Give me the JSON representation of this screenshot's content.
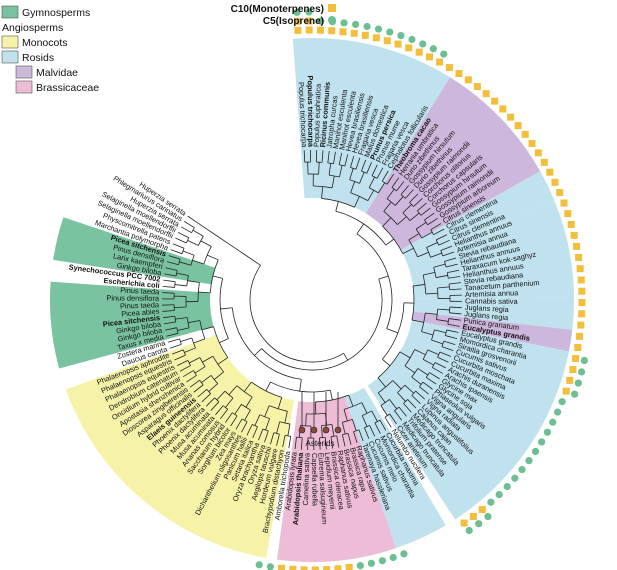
{
  "colors": {
    "gymnosperms": "#7ac3a0",
    "monocots": "#f6f3a8",
    "rosids": "#bfe2ee",
    "malvidae": "#cdb7dc",
    "brassicaceae": "#edbcd7",
    "monoterpene": "#f2be3c",
    "isoprene": "#6bbf92"
  },
  "legend": [
    {
      "label": "Gymnosperms",
      "color": "#7ac3a0",
      "indent": false
    },
    {
      "label": "Angiosperms",
      "color": null,
      "indent": false
    },
    {
      "label": "Monocots",
      "color": "#f6f3a8",
      "indent": false
    },
    {
      "label": "Rosids",
      "color": "#bfe2ee",
      "indent": false
    },
    {
      "label": "Malvidae",
      "color": "#cdb7dc",
      "indent": true
    },
    {
      "label": "Brassicaceae",
      "color": "#edbcd7",
      "indent": true
    }
  ],
  "marker_legend": {
    "monoterpenes": "C10(Monoterpenes)",
    "isoprene": "C5(Isoprene)"
  },
  "asterids_label": "Asterids",
  "taxa": [
    {
      "name": "Populus trichocarpa",
      "group": "rosids",
      "bold": false,
      "marks": [
        "sq",
        "sq",
        "ci"
      ]
    },
    {
      "name": "Populus trichocarpa",
      "group": "rosids",
      "bold": true,
      "marks": [
        "sq",
        "sq",
        "ci"
      ]
    },
    {
      "name": "Populus euphratica",
      "group": "rosids",
      "bold": false,
      "marks": [
        "sq",
        "ci"
      ]
    },
    {
      "name": "Ricinus communis",
      "group": "rosids",
      "bold": true,
      "marks": [
        "sq",
        "ci"
      ]
    },
    {
      "name": "Jatropha curcas",
      "group": "rosids",
      "bold": false,
      "marks": [
        "sq",
        "ci"
      ]
    },
    {
      "name": "Manihot esculenta",
      "group": "rosids",
      "bold": false,
      "marks": [
        "sq",
        "ci"
      ]
    },
    {
      "name": "Manihot esculenta",
      "group": "rosids",
      "bold": false,
      "marks": [
        "sq",
        "ci"
      ]
    },
    {
      "name": "Hevea brasiliensis",
      "group": "rosids",
      "bold": false,
      "marks": [
        "sq",
        "ci"
      ]
    },
    {
      "name": "Hevea brasiliensis",
      "group": "rosids",
      "bold": false,
      "marks": [
        "sq",
        "ci"
      ]
    },
    {
      "name": "Fragaria vesca",
      "group": "rosids",
      "bold": false,
      "marks": [
        "sq",
        "ci"
      ]
    },
    {
      "name": "Malus domestica",
      "group": "rosids",
      "bold": false,
      "marks": [
        "sq",
        "ci"
      ]
    },
    {
      "name": "Prunus persica",
      "group": "rosids",
      "bold": true,
      "marks": [
        "sq",
        "ci"
      ]
    },
    {
      "name": "Prunus mume",
      "group": "rosids",
      "bold": false,
      "marks": [
        "sq",
        "ci"
      ]
    },
    {
      "name": "Fragaria vesca",
      "group": "rosids",
      "bold": false,
      "marks": [
        "sq",
        "ci"
      ]
    },
    {
      "name": "Cephalotus follicularis",
      "group": "rosids",
      "bold": false,
      "marks": [
        "sq"
      ]
    },
    {
      "name": "Theobroma cacao",
      "group": "malvidae",
      "bold": true,
      "marks": [
        "sq"
      ]
    },
    {
      "name": "Herrania umbratica",
      "group": "malvidae",
      "bold": false,
      "marks": [
        "sq"
      ]
    },
    {
      "name": "Durio zibethinus",
      "group": "malvidae",
      "bold": false,
      "marks": [
        "sq"
      ]
    },
    {
      "name": "Gossypium hirsutum",
      "group": "malvidae",
      "bold": false,
      "marks": [
        "sq"
      ]
    },
    {
      "name": "Durio zibethinus",
      "group": "malvidae",
      "bold": false,
      "marks": [
        "sq"
      ]
    },
    {
      "name": "Gossypium raimondii",
      "group": "malvidae",
      "bold": false,
      "marks": [
        "sq"
      ]
    },
    {
      "name": "Corchorus olitorius",
      "group": "malvidae",
      "bold": false,
      "marks": [
        "sq"
      ]
    },
    {
      "name": "Corchorus capsularis",
      "group": "malvidae",
      "bold": false,
      "marks": [
        "sq"
      ]
    },
    {
      "name": "Gossypium hirsutum",
      "group": "malvidae",
      "bold": false,
      "marks": [
        "sq"
      ]
    },
    {
      "name": "Gossypium raimondii",
      "group": "malvidae",
      "bold": false,
      "marks": [
        "sq"
      ]
    },
    {
      "name": "Gossypium arboreum",
      "group": "malvidae",
      "bold": false,
      "marks": [
        "sq"
      ]
    },
    {
      "name": "Citrus sinensis",
      "group": "malvidae",
      "bold": false,
      "marks": [
        "sq"
      ]
    },
    {
      "name": "Citrus clementina",
      "group": "rosids",
      "bold": false,
      "marks": [
        "sq"
      ]
    },
    {
      "name": "Citrus sinensis",
      "group": "rosids",
      "bold": false,
      "marks": [
        "sq"
      ]
    },
    {
      "name": "Citrus clementina",
      "group": "rosids",
      "bold": false,
      "marks": [
        "sq"
      ]
    },
    {
      "name": "Helianthus annuus",
      "group": "asterids",
      "bold": false,
      "marks": [
        "sq"
      ]
    },
    {
      "name": "Artemisia annua",
      "group": "asterids",
      "bold": false,
      "marks": [
        "sq"
      ]
    },
    {
      "name": "Stevia rebaudiana",
      "group": "asterids",
      "bold": false,
      "marks": [
        "sq"
      ]
    },
    {
      "name": "Helianthus annuus",
      "group": "asterids",
      "bold": false,
      "marks": [
        "sq"
      ]
    },
    {
      "name": "Taraxacum kok-saghyz",
      "group": "asterids",
      "bold": false,
      "marks": [
        "sq"
      ]
    },
    {
      "name": "Helianthus annuus",
      "group": "asterids",
      "bold": false,
      "marks": [
        "sq"
      ]
    },
    {
      "name": "Stevia rebaudiana",
      "group": "asterids",
      "bold": false,
      "marks": [
        "sq"
      ]
    },
    {
      "name": "Tanacetum parthenium",
      "group": "asterids",
      "bold": false,
      "marks": [
        "sq"
      ]
    },
    {
      "name": "Artemisia annua",
      "group": "asterids",
      "bold": false,
      "marks": [
        "sq"
      ]
    },
    {
      "name": "Cannabis sativa",
      "group": "rosids",
      "bold": false,
      "marks": [
        "sq"
      ]
    },
    {
      "name": "Juglans regia",
      "group": "rosids",
      "bold": false,
      "marks": [
        "sq"
      ]
    },
    {
      "name": "Juglans regia",
      "group": "rosids",
      "bold": false,
      "marks": [
        "sq"
      ]
    },
    {
      "name": "Punica granatum",
      "group": "malvidae",
      "bold": false,
      "marks": [
        "sq"
      ]
    },
    {
      "name": "Eucalyptus grandis",
      "group": "malvidae",
      "bold": true,
      "marks": [
        "sq"
      ]
    },
    {
      "name": "Eucalyptus grandis",
      "group": "rosids",
      "bold": false,
      "marks": [
        "sq",
        "ci"
      ]
    },
    {
      "name": "Momordica charantia",
      "group": "rosids",
      "bold": false,
      "marks": [
        "sq",
        "ci"
      ]
    },
    {
      "name": "Siraitia grosvenorii",
      "group": "rosids",
      "bold": false,
      "marks": [
        "sq",
        "ci"
      ]
    },
    {
      "name": "Cucumis sativus",
      "group": "rosids",
      "bold": false,
      "marks": [
        "sq",
        "ci"
      ]
    },
    {
      "name": "Cucurbita moschata",
      "group": "rosids",
      "bold": false,
      "marks": [
        "ci"
      ]
    },
    {
      "name": "Cucurbita maxima",
      "group": "rosids",
      "bold": false,
      "marks": [
        "ci"
      ]
    },
    {
      "name": "Arachis duranensis",
      "group": "rosids",
      "bold": false,
      "marks": [
        "ci"
      ]
    },
    {
      "name": "Arachis ipaensis",
      "group": "rosids",
      "bold": false,
      "marks": [
        "ci"
      ]
    },
    {
      "name": "Glycine max",
      "group": "rosids",
      "bold": false,
      "marks": [
        "ci"
      ]
    },
    {
      "name": "Glycine soja",
      "group": "rosids",
      "bold": false,
      "marks": [
        "ci"
      ]
    },
    {
      "name": "Phaseolus vulgaris",
      "group": "rosids",
      "bold": false,
      "marks": [
        "ci"
      ]
    },
    {
      "name": "Vigna angularis",
      "group": "rosids",
      "bold": false,
      "marks": [
        "ci"
      ]
    },
    {
      "name": "Vigna radiata",
      "group": "rosids",
      "bold": false,
      "marks": [
        "ci"
      ]
    },
    {
      "name": "Lupinus angustifolius",
      "group": "rosids",
      "bold": false,
      "marks": [
        "ci"
      ]
    },
    {
      "name": "Cajanus cajan",
      "group": "rosids",
      "bold": false,
      "marks": [
        "ci"
      ]
    },
    {
      "name": "Medicago truncatula",
      "group": "rosids",
      "bold": false,
      "marks": [
        "ci"
      ]
    },
    {
      "name": "Trifolium pratense",
      "group": "rosids",
      "bold": false,
      "marks": [
        "sq",
        "ci"
      ]
    },
    {
      "name": "Medicago truncatula",
      "group": "rosids",
      "bold": false,
      "marks": [
        "sq",
        "ci"
      ]
    },
    {
      "name": "Cicer arietinum",
      "group": "rosids",
      "bold": false,
      "marks": [
        "sq",
        "ci"
      ]
    },
    {
      "name": "Nelumbo nucifera",
      "group": "none",
      "bold": false,
      "marks": []
    },
    {
      "name": "Cucurbita maxima",
      "group": "rosids",
      "bold": false,
      "marks": []
    },
    {
      "name": "Momordica charantia",
      "group": "rosids",
      "bold": false,
      "marks": []
    },
    {
      "name": "Cucumis melo",
      "group": "rosids",
      "bold": false,
      "marks": []
    },
    {
      "name": "Cucumis sativus",
      "group": "rosids",
      "bold": false,
      "marks": []
    },
    {
      "name": "Tarenaya hassleriana",
      "group": "rosids",
      "bold": false,
      "marks": [
        "ci"
      ]
    },
    {
      "name": "Raphanus sativus",
      "group": "brassicaceae",
      "bold": false,
      "marks": [
        "ci"
      ]
    },
    {
      "name": "Brassica rapa",
      "group": "brassicaceae",
      "bold": false,
      "marks": [
        "ci"
      ]
    },
    {
      "name": "Brassica napus",
      "group": "brassicaceae",
      "bold": false,
      "marks": [
        "ci"
      ]
    },
    {
      "name": "Raphanus sativus",
      "group": "brassicaceae",
      "bold": false,
      "marks": [
        "ci"
      ]
    },
    {
      "name": "Brassica oleracea",
      "group": "brassicaceae",
      "bold": false,
      "marks": [
        "sq"
      ]
    },
    {
      "name": "Lepidium meyenii",
      "group": "brassicaceae",
      "bold": false,
      "marks": [
        "sq"
      ]
    },
    {
      "name": "Eutrema salsugineum",
      "group": "brassicaceae",
      "bold": false,
      "marks": [
        "sq"
      ]
    },
    {
      "name": "Capsella rubella",
      "group": "brassicaceae",
      "bold": false,
      "marks": [
        "sq"
      ]
    },
    {
      "name": "Camelina sativa",
      "group": "brassicaceae",
      "bold": false,
      "marks": [
        "sq"
      ]
    },
    {
      "name": "Arabidopsis thaliana",
      "group": "brassicaceae",
      "bold": true,
      "marks": [
        "sq"
      ]
    },
    {
      "name": "Arabidopsis lyrata",
      "group": "brassicaceae",
      "bold": false,
      "marks": [
        "sq"
      ]
    },
    {
      "name": "Amborella trichopoda",
      "group": "none",
      "bold": false,
      "marks": [
        "ci"
      ]
    },
    {
      "name": "Brachypodium distachyon",
      "group": "monocots",
      "bold": false,
      "marks": [
        "ci"
      ]
    },
    {
      "name": "Hordeum vulgare",
      "group": "monocots",
      "bold": false,
      "marks": []
    },
    {
      "name": "Aegilops tauschii",
      "group": "monocots",
      "bold": false,
      "marks": []
    },
    {
      "name": "Oryza sativa",
      "group": "monocots",
      "bold": false,
      "marks": []
    },
    {
      "name": "Oryza brachyantha",
      "group": "monocots",
      "bold": false,
      "marks": []
    },
    {
      "name": "Setaria italica",
      "group": "monocots",
      "bold": false,
      "marks": []
    },
    {
      "name": "Panicum hallii",
      "group": "monocots",
      "bold": false,
      "marks": []
    },
    {
      "name": "Dichanthelium oligosanthes",
      "group": "monocots",
      "bold": false,
      "marks": []
    },
    {
      "name": "Zea mays",
      "group": "monocots",
      "bold": false,
      "marks": []
    },
    {
      "name": "Sorghum bicolor",
      "group": "monocots",
      "bold": false,
      "marks": []
    },
    {
      "name": "Saccharum hybrid",
      "group": "monocots",
      "bold": false,
      "marks": []
    },
    {
      "name": "Ananas comosus",
      "group": "monocots",
      "bold": false,
      "marks": []
    },
    {
      "name": "Musa acuminata",
      "group": "monocots",
      "bold": false,
      "marks": []
    },
    {
      "name": "Musa acuminata",
      "group": "monocots",
      "bold": false,
      "marks": []
    },
    {
      "name": "Phoenix dactylifera",
      "group": "monocots",
      "bold": false,
      "marks": []
    },
    {
      "name": "Phoenix dactylifera",
      "group": "monocots",
      "bold": false,
      "marks": []
    },
    {
      "name": "Elaeis guineensis",
      "group": "monocots",
      "bold": true,
      "marks": []
    },
    {
      "name": "Asparagus officinalis",
      "group": "monocots",
      "bold": false,
      "marks": []
    },
    {
      "name": "Dioscorea zingiberensis",
      "group": "monocots",
      "bold": false,
      "marks": []
    },
    {
      "name": "Apostasia shenzhenica",
      "group": "monocots",
      "bold": false,
      "marks": []
    },
    {
      "name": "Oncidium hybrid cultivar",
      "group": "monocots",
      "bold": false,
      "marks": []
    },
    {
      "name": "Dendrobium catenatum",
      "group": "monocots",
      "bold": false,
      "marks": []
    },
    {
      "name": "Phalaenopsis equestris",
      "group": "monocots",
      "bold": false,
      "marks": []
    },
    {
      "name": "Phalaenopsis equestris",
      "group": "monocots",
      "bold": false,
      "marks": []
    },
    {
      "name": "Phalaenopsis aphrodite",
      "group": "monocots",
      "bold": false,
      "marks": []
    },
    {
      "name": "Daucus carota",
      "group": "none",
      "bold": false,
      "marks": []
    },
    {
      "name": "Zostera marina",
      "group": "none",
      "bold": false,
      "marks": []
    },
    {
      "name": "Taxus x media",
      "group": "gymnosperms",
      "bold": false,
      "marks": []
    },
    {
      "name": "Ginkgo biloba",
      "group": "gymnosperms",
      "bold": false,
      "marks": []
    },
    {
      "name": "Ginkgo biloba",
      "group": "gymnosperms",
      "bold": false,
      "marks": []
    },
    {
      "name": "Picea sitchensis",
      "group": "gymnosperms",
      "bold": true,
      "marks": []
    },
    {
      "name": "Picea abies",
      "group": "gymnosperms",
      "bold": false,
      "marks": []
    },
    {
      "name": "Pinus taeda",
      "group": "gymnosperms",
      "bold": false,
      "marks": []
    },
    {
      "name": "Pinus densiflora",
      "group": "gymnosperms",
      "bold": false,
      "marks": []
    },
    {
      "name": "Pinus taeda",
      "group": "gymnosperms",
      "bold": false,
      "marks": []
    },
    {
      "name": "Escherichia coli",
      "group": "none",
      "bold": true,
      "marks": []
    },
    {
      "name": "Synechococcus PCC 7002",
      "group": "none",
      "bold": true,
      "marks": []
    },
    {
      "name": "Ginkgo biloba",
      "group": "gymnosperms",
      "bold": false,
      "marks": []
    },
    {
      "name": "Larix kaempferi",
      "group": "gymnosperms",
      "bold": false,
      "marks": []
    },
    {
      "name": "Pinus densiflora",
      "group": "gymnosperms",
      "bold": false,
      "marks": []
    },
    {
      "name": "Picea sitchensis",
      "group": "gymnosperms",
      "bold": true,
      "marks": []
    },
    {
      "name": "Marchantia polymorpha",
      "group": "none",
      "bold": false,
      "marks": []
    },
    {
      "name": "Physcomitrella patens",
      "group": "none",
      "bold": false,
      "marks": []
    },
    {
      "name": "Selaginella moellendorffii",
      "group": "none",
      "bold": false,
      "marks": []
    },
    {
      "name": "Selaginella moellendorffii",
      "group": "none",
      "bold": false,
      "marks": []
    },
    {
      "name": "Huperzia serrata",
      "group": "none",
      "bold": false,
      "marks": []
    },
    {
      "name": "Phlegmariurus carinatus",
      "group": "none",
      "bold": false,
      "marks": []
    },
    {
      "name": "Huperzia serrata",
      "group": "none",
      "bold": false,
      "marks": []
    }
  ]
}
